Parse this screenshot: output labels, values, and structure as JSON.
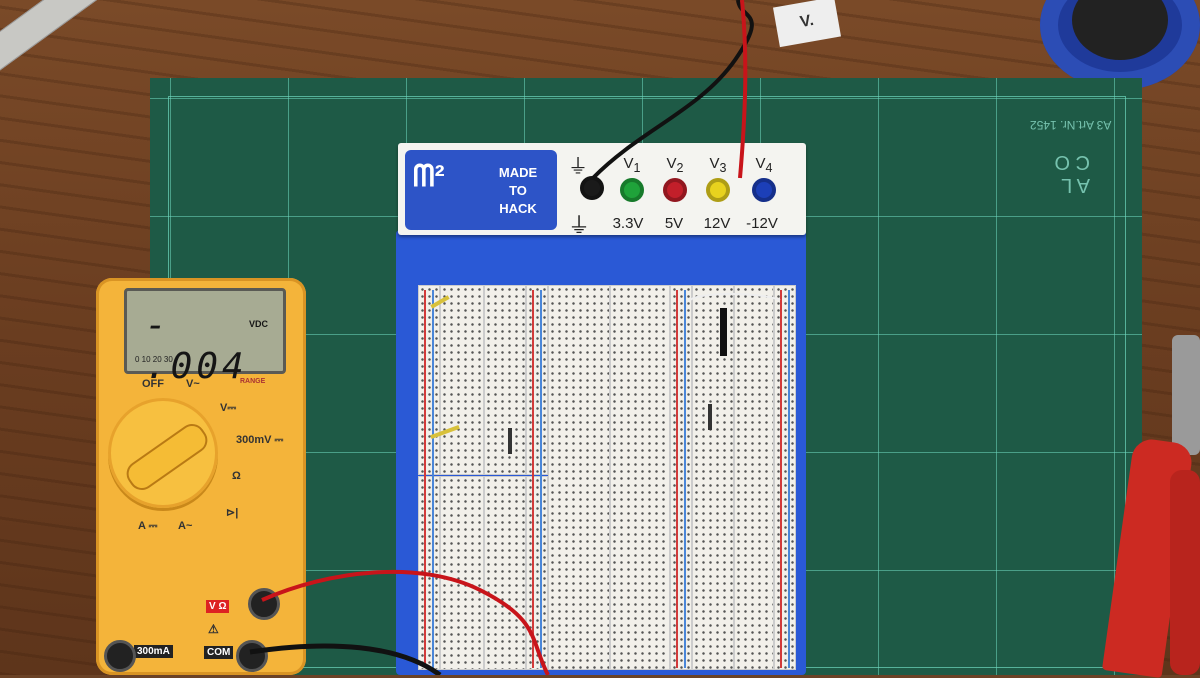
{
  "breadboard": {
    "logo": {
      "line1": "MADE",
      "line2": "TO",
      "line3": "HACK"
    },
    "posts": [
      {
        "name": "V",
        "sub": "1",
        "value": "3.3V",
        "color": "#1fa33a"
      },
      {
        "name": "V",
        "sub": "2",
        "value": "5V",
        "color": "#c21f2a"
      },
      {
        "name": "V",
        "sub": "3",
        "value": "12V",
        "color": "#e8d21e"
      },
      {
        "name": "V",
        "sub": "4",
        "value": "-12V",
        "color": "#1c3fb8"
      }
    ],
    "ground_color": "#1a1a1a"
  },
  "multimeter": {
    "display": "- .004",
    "unit": "VDC",
    "scale": "0    10    20    30",
    "off_label": "OFF",
    "range_label": "RANGE",
    "v_ac": "V~",
    "v_dc": "V⎓",
    "mv_dc": "300mV ⎓",
    "ohm": "Ω",
    "a_dc": "A ⎓",
    "a_ac": "A~",
    "jack_v": "V Ω",
    "jack_com": "COM",
    "jack_ma": "300mA",
    "body_color": "#f4b43a"
  },
  "mat": {
    "label": "A3 Art.Nr. 1452",
    "logo": "A L C O"
  },
  "card": {
    "text": "V."
  }
}
